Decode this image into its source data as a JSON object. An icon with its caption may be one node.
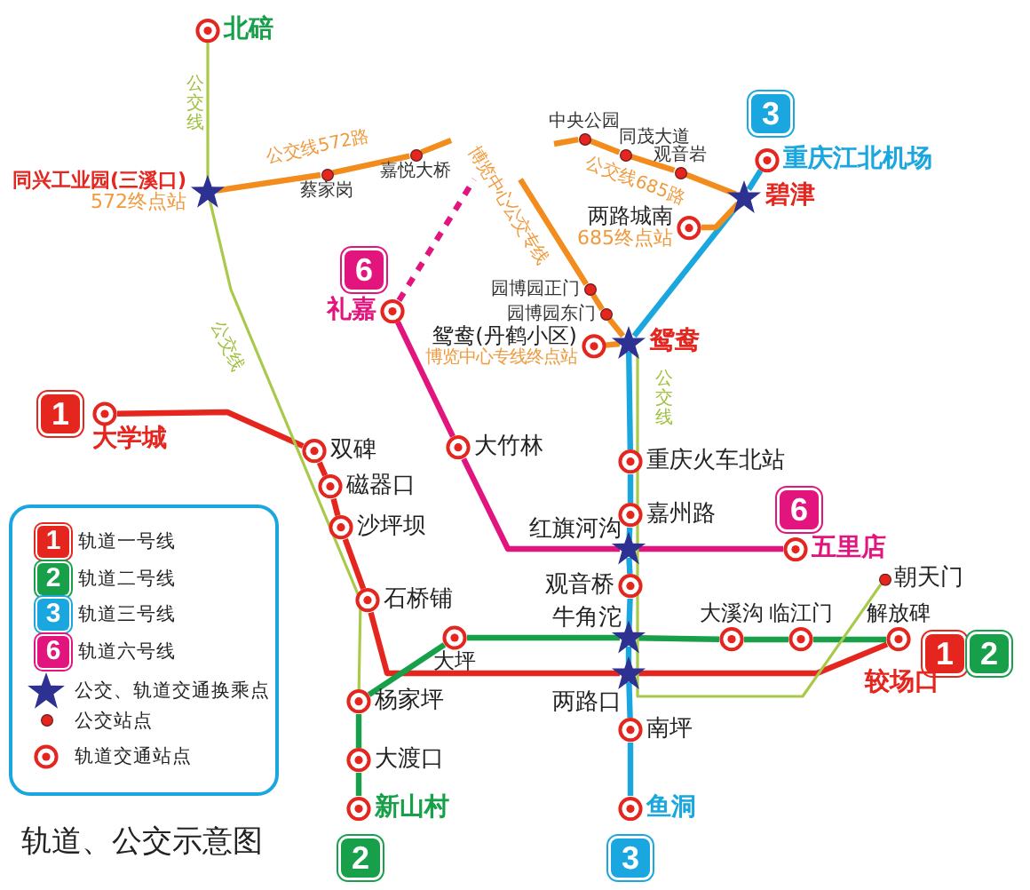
{
  "diagram": {
    "title": "轨道、公交示意图",
    "nodes": [
      {
        "text": [
          "北碚"
        ]
      },
      {
        "text": [
          "同兴工业园(三溪口)"
        ],
        "beside": [
          "572终点站"
        ]
      },
      {
        "text": [
          "蔡家岗"
        ]
      },
      {
        "text": [
          "嘉悦大桥"
        ]
      },
      {
        "text": [
          "中央公园"
        ]
      },
      {
        "text": [
          "同茂大道"
        ]
      },
      {
        "text": [
          "观音岩"
        ]
      },
      {
        "text": [
          "碧津"
        ]
      },
      {
        "text": [
          "重庆江北机场"
        ]
      },
      {
        "text": [
          "两路城南"
        ],
        "beside": [
          "685终点站"
        ]
      },
      {
        "text": [
          "园博园正门"
        ]
      },
      {
        "text": [
          "园博园东门"
        ]
      },
      {
        "text": [
          "鸳鸯(丹鹤小区)"
        ],
        "beside": [
          "博览中心专线终点站"
        ]
      },
      {
        "text": [
          "鸳鸯"
        ]
      },
      {
        "text": [
          "礼嘉"
        ]
      },
      {
        "text": [
          "大竹林"
        ]
      },
      {
        "text": [
          "红旗河沟"
        ]
      },
      {
        "text": [
          "五里店"
        ]
      },
      {
        "text": [
          "重庆火车北站"
        ]
      },
      {
        "text": [
          "嘉州路"
        ]
      },
      {
        "text": [
          "观音桥"
        ]
      },
      {
        "text": [
          "牛角沱"
        ]
      },
      {
        "text": [
          "两路口"
        ]
      },
      {
        "text": [
          "南坪"
        ]
      },
      {
        "text": [
          "鱼洞"
        ]
      },
      {
        "text": [
          "大学城"
        ]
      },
      {
        "text": [
          "双碑"
        ]
      },
      {
        "text": [
          "磁器口"
        ]
      },
      {
        "text": [
          "沙坪坝"
        ]
      },
      {
        "text": [
          "石桥铺"
        ]
      },
      {
        "text": [
          "大坪"
        ]
      },
      {
        "text": [
          "杨家坪"
        ]
      },
      {
        "text": [
          "大渡口"
        ]
      },
      {
        "text": [
          "新山村"
        ]
      },
      {
        "text": [
          "大溪沟"
        ]
      },
      {
        "text": [
          "临江门"
        ]
      },
      {
        "text": [
          "解放碑"
        ]
      },
      {
        "text": [
          "朝天门"
        ]
      }
    ],
    "edges": [
      {
        "from": 25,
        "to": 26,
        "arrow": "none",
        "color": "#e4261f"
      },
      {
        "from": 26,
        "to": 27,
        "arrow": "none",
        "color": "#e4261f"
      },
      {
        "from": 27,
        "to": 28,
        "arrow": "none",
        "color": "#e4261f"
      },
      {
        "from": 28,
        "to": 29,
        "arrow": "none",
        "color": "#e4261f"
      },
      {
        "from": 29,
        "to": 22,
        "arrow": "none",
        "color": "#e4261f"
      },
      {
        "from": 22,
        "to": 36,
        "arrow": "none",
        "color": "#e4261f"
      },
      {
        "from": 33,
        "to": 32,
        "arrow": "none",
        "color": "#17a049"
      },
      {
        "from": 32,
        "to": 31,
        "arrow": "none",
        "color": "#17a049"
      },
      {
        "from": 31,
        "to": 30,
        "arrow": "none",
        "color": "#17a049"
      },
      {
        "from": 30,
        "to": 21,
        "arrow": "none",
        "color": "#17a049"
      },
      {
        "from": 21,
        "to": 34,
        "arrow": "none",
        "color": "#17a049"
      },
      {
        "from": 34,
        "to": 35,
        "arrow": "none",
        "color": "#17a049"
      },
      {
        "from": 35,
        "to": 36,
        "arrow": "none",
        "color": "#17a049"
      },
      {
        "from": 8,
        "to": 7,
        "arrow": "none",
        "color": "#1aa6df"
      },
      {
        "from": 7,
        "to": 13,
        "arrow": "none",
        "color": "#1aa6df"
      },
      {
        "from": 13,
        "to": 18,
        "arrow": "none",
        "color": "#1aa6df"
      },
      {
        "from": 18,
        "to": 19,
        "arrow": "none",
        "color": "#1aa6df"
      },
      {
        "from": 19,
        "to": 16,
        "arrow": "none",
        "color": "#1aa6df"
      },
      {
        "from": 16,
        "to": 20,
        "arrow": "none",
        "color": "#1aa6df"
      },
      {
        "from": 20,
        "to": 21,
        "arrow": "none",
        "color": "#1aa6df"
      },
      {
        "from": 21,
        "to": 22,
        "arrow": "none",
        "color": "#1aa6df"
      },
      {
        "from": 22,
        "to": 23,
        "arrow": "none",
        "color": "#1aa6df"
      },
      {
        "from": 23,
        "to": 24,
        "arrow": "none",
        "color": "#1aa6df"
      },
      {
        "from": 14,
        "to": 15,
        "arrow": "none",
        "color": "#e2157f"
      },
      {
        "from": 15,
        "to": 16,
        "arrow": "none",
        "color": "#e2157f"
      },
      {
        "from": 16,
        "to": 17,
        "arrow": "none",
        "color": "#e2157f"
      },
      {
        "from": 14,
        "to": null,
        "arrow": "none",
        "color": "#e2157f",
        "style": "dashed"
      },
      {
        "from": 1,
        "to": 2,
        "arrow": "none",
        "color": "#f18c1d",
        "label": "公交线572路"
      },
      {
        "from": 2,
        "to": 3,
        "arrow": "none",
        "color": "#f18c1d"
      },
      {
        "from": 3,
        "to": null,
        "arrow": "none",
        "color": "#f18c1d"
      },
      {
        "from": null,
        "to": 4,
        "arrow": "none",
        "color": "#f18c1d"
      },
      {
        "from": 4,
        "to": 5,
        "arrow": "none",
        "color": "#f18c1d"
      },
      {
        "from": 5,
        "to": 6,
        "arrow": "none",
        "color": "#f18c1d",
        "label": "公交线685路"
      },
      {
        "from": 6,
        "to": 7,
        "arrow": "none",
        "color": "#f18c1d"
      },
      {
        "from": 9,
        "to": 7,
        "arrow": "none",
        "color": "#f18c1d"
      },
      {
        "from": null,
        "to": 10,
        "arrow": "none",
        "color": "#f18c1d",
        "label": "博览中心公交专线"
      },
      {
        "from": 10,
        "to": 11,
        "arrow": "none",
        "color": "#f18c1d"
      },
      {
        "from": 11,
        "to": 13,
        "arrow": "none",
        "color": "#f18c1d"
      },
      {
        "from": 12,
        "to": 13,
        "arrow": "none",
        "color": "#f18c1d"
      },
      {
        "from": 0,
        "to": 1,
        "arrow": "none",
        "color": "#a9c94a",
        "label": "公交线"
      },
      {
        "from": 1,
        "to": 31,
        "arrow": "none",
        "color": "#a9c94a",
        "label": "公交线"
      },
      {
        "from": 13,
        "to": 37,
        "arrow": "none",
        "color": "#a9c94a",
        "label": "公交线"
      }
    ],
    "labels": [
      "3",
      "6",
      "1",
      "6",
      "1",
      "2",
      "3",
      "6",
      "1",
      "2",
      "较场口",
      "2",
      "3"
    ],
    "legend": [
      {
        "text": "轨道一号线",
        "color": "#e4261f"
      },
      {
        "text": "轨道二号线",
        "color": "#17a049"
      },
      {
        "text": "轨道三号线",
        "color": "#1aa6df"
      },
      {
        "text": "轨道六号线",
        "color": "#e2157f"
      },
      {
        "text": "公交、轨道交通换乘点"
      },
      {
        "text": "公交站点"
      },
      {
        "text": "轨道交通站点"
      }
    ]
  }
}
